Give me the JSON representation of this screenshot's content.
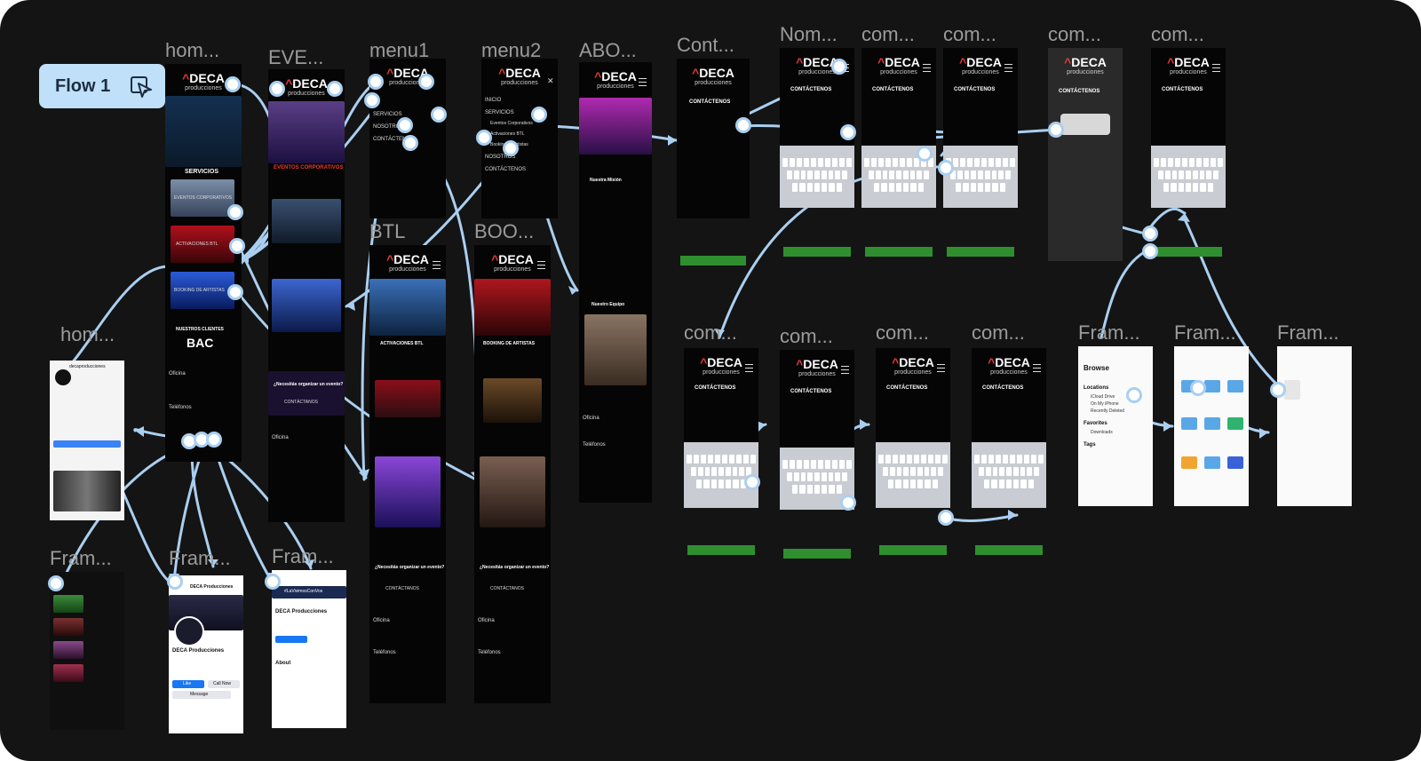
{
  "flow": {
    "label": "Flow 1"
  },
  "frames": [
    {
      "id": "home-deca",
      "label": "hom..."
    },
    {
      "id": "eventos",
      "label": "EVE..."
    },
    {
      "id": "menu1",
      "label": "menu1"
    },
    {
      "id": "menu2",
      "label": "menu2"
    },
    {
      "id": "about",
      "label": "ABO..."
    },
    {
      "id": "contact",
      "label": "Cont..."
    },
    {
      "id": "nombre",
      "label": "Nom..."
    },
    {
      "id": "com-a",
      "label": "com..."
    },
    {
      "id": "com-b",
      "label": "com..."
    },
    {
      "id": "com-c",
      "label": "com..."
    },
    {
      "id": "com-d",
      "label": "com..."
    },
    {
      "id": "btl",
      "label": "BTL"
    },
    {
      "id": "booking",
      "label": "BOO..."
    },
    {
      "id": "home-ig",
      "label": "hom..."
    },
    {
      "id": "com-e",
      "label": "com..."
    },
    {
      "id": "com-f",
      "label": "com..."
    },
    {
      "id": "com-g",
      "label": "com..."
    },
    {
      "id": "com-h",
      "label": "com..."
    },
    {
      "id": "fram-a",
      "label": "Fram..."
    },
    {
      "id": "fram-b",
      "label": "Fram..."
    },
    {
      "id": "fram-c",
      "label": "Fram..."
    },
    {
      "id": "fram-d",
      "label": "Fram..."
    },
    {
      "id": "fram-e",
      "label": "Fram..."
    },
    {
      "id": "fram-f",
      "label": "Fram..."
    }
  ],
  "screens": {
    "brand": "DECA",
    "brand_sub": "producciones",
    "servicios": "SERVICIOS",
    "eventos_corporativos": "EVENTOS CORPORATIVOS",
    "activaciones_btl": "ACTIVACIONES BTL",
    "booking_artistas": "BOOKING DE ARTISTAS",
    "nuestros_clientes": "NUESTROS CLIENTES",
    "client_logo": "BAC",
    "activaciones_heading": "ACTIVACIONES BTL",
    "booking_heading": "BOOKING DE ARTISTAS",
    "organizar": "¿Necesitás organizar un evento?",
    "contactanos_btn": "CONTÁCTANOS",
    "contactenos": "CONTÁCTENOS",
    "oficina": "Oficina",
    "telefonos": "Teléfonos",
    "mision": "Nuestra Misión",
    "equipo": "Nuestro Equipo",
    "menu_items": [
      "INICIO",
      "SERVICIOS",
      "Eventos Corporativos",
      "Activaciones BTL",
      "Booking de Artistas",
      "NOSOTROS",
      "CONTÁCTENOS"
    ],
    "menu1_items": [
      "SERVICIOS",
      "NOSOTROS",
      "CONTÁCTENOS"
    ],
    "ios_browse": "Browse",
    "ios_locations": "Locations",
    "ios_icloud": "iCloud Drive",
    "ios_onphone": "On My iPhone",
    "ios_recent": "Recently Deleted",
    "ios_favorites": "Favorites",
    "ios_downloads": "Downloads",
    "ios_tags": "Tags",
    "fb_page_name": "DECA Producciones",
    "fb_like": "Like",
    "fb_call": "Call Now",
    "fb_message": "Message",
    "fb_about": "About",
    "fb_hashtag": "#LaVivimosConVos",
    "ig_username": "decaproducciones"
  }
}
